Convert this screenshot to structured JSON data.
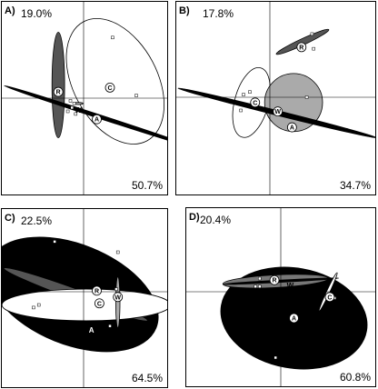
{
  "chart_data": [
    {
      "type": "scatter",
      "panel": "A)",
      "axis1_percent": "50.7%",
      "axis2_percent": "19.0%",
      "groups": [
        {
          "name": "R",
          "fill": "#555555",
          "ellipse": {
            "cx": -0.48,
            "cy": 0.25,
            "rx": 0.12,
            "ry": 1.0,
            "angle": 0
          }
        },
        {
          "name": "C",
          "fill": "#ffffff",
          "ellipse": {
            "cx": 0.6,
            "cy": 0.32,
            "rx": 0.8,
            "ry": 1.28,
            "angle": 28
          }
        },
        {
          "name": "W",
          "fill": "#aaaaaa",
          "ellipse": {
            "cx": -0.1,
            "cy": -0.1,
            "rx": 0.09,
            "ry": 0.02,
            "angle": 0
          }
        },
        {
          "name": "A",
          "fill": "#000000",
          "ellipse": {
            "cx": 0.3,
            "cy": -0.35,
            "rx": 1.9,
            "ry": 0.035,
            "angle": -18
          }
        }
      ],
      "labels": [
        {
          "text": "R",
          "x": -0.48,
          "y": 0.12,
          "style": "circle"
        },
        {
          "text": "C",
          "x": 0.5,
          "y": 0.2,
          "style": "circle"
        },
        {
          "text": "A",
          "x": 0.25,
          "y": -0.4,
          "style": "circle"
        },
        {
          "text": "W",
          "x": -0.1,
          "y": -0.22,
          "style": "plain"
        }
      ],
      "points": [
        {
          "x": 0.55,
          "y": 1.15
        },
        {
          "x": 1.0,
          "y": 0.05
        },
        {
          "x": -0.25,
          "y": -0.05
        },
        {
          "x": -0.3,
          "y": -0.25
        },
        {
          "x": -0.22,
          "y": -0.18
        },
        {
          "x": -0.18,
          "y": -0.1
        },
        {
          "x": -0.15,
          "y": -0.3
        }
      ]
    },
    {
      "type": "scatter",
      "panel": "B)",
      "axis1_percent": "34.7%",
      "axis2_percent": "17.8%",
      "groups": [
        {
          "name": "R",
          "fill": "#555555",
          "ellipse": {
            "cx": 0.62,
            "cy": 1.05,
            "rx": 0.55,
            "ry": 0.06,
            "angle": 25
          }
        },
        {
          "name": "C",
          "fill": "#ffffff",
          "ellipse": {
            "cx": -0.35,
            "cy": -0.1,
            "rx": 0.32,
            "ry": 0.68,
            "angle": -15
          }
        },
        {
          "name": "W",
          "fill": "#aaaaaa",
          "ellipse": {
            "cx": 0.45,
            "cy": -0.1,
            "rx": 0.55,
            "ry": 0.55,
            "angle": 0
          }
        },
        {
          "name": "A",
          "fill": "#000000",
          "ellipse": {
            "cx": 0.15,
            "cy": -0.3,
            "rx": 1.95,
            "ry": 0.045,
            "angle": -14
          }
        }
      ],
      "labels": [
        {
          "text": "R",
          "x": 0.6,
          "y": 0.95,
          "style": "circle"
        },
        {
          "text": "C",
          "x": -0.28,
          "y": -0.1,
          "style": "circle"
        },
        {
          "text": "W",
          "x": 0.15,
          "y": -0.27,
          "style": "circle"
        },
        {
          "text": "A",
          "x": 0.42,
          "y": -0.57,
          "style": "circle"
        }
      ],
      "points": [
        {
          "x": 0.8,
          "y": 1.2
        },
        {
          "x": 0.83,
          "y": 0.92
        },
        {
          "x": -0.5,
          "y": 0.05
        },
        {
          "x": -0.38,
          "y": 0.1
        },
        {
          "x": -0.55,
          "y": -0.25
        },
        {
          "x": 0.7,
          "y": 0.0
        }
      ]
    },
    {
      "type": "scatter",
      "panel": "C)",
      "axis1_percent": "64.5%",
      "axis2_percent": "22.5%",
      "groups": [
        {
          "name": "A",
          "fill": "#000000",
          "ellipse": {
            "cx": -0.2,
            "cy": -0.05,
            "rx": 1.7,
            "ry": 0.95,
            "angle": -22
          }
        },
        {
          "name": "R",
          "fill": "#555555",
          "ellipse": {
            "cx": -0.15,
            "cy": -0.05,
            "rx": 1.45,
            "ry": 0.1,
            "angle": -20
          }
        },
        {
          "name": "C",
          "fill": "#ffffff",
          "ellipse": {
            "cx": 0.05,
            "cy": -0.25,
            "rx": 1.6,
            "ry": 0.3,
            "angle": 0
          }
        },
        {
          "name": "W",
          "fill": "#aaaaaa",
          "ellipse": {
            "cx": 0.65,
            "cy": -0.2,
            "rx": 0.04,
            "ry": 0.48,
            "angle": 0
          }
        }
      ],
      "labels": [
        {
          "text": "R",
          "x": 0.25,
          "y": 0.02,
          "style": "circle"
        },
        {
          "text": "C",
          "x": 0.3,
          "y": -0.22,
          "style": "circle"
        },
        {
          "text": "W",
          "x": 0.65,
          "y": -0.1,
          "style": "circle"
        },
        {
          "text": "A",
          "x": 0.15,
          "y": -0.72,
          "style": "plain-white"
        }
      ],
      "points": [
        {
          "x": -0.55,
          "y": 0.95
        },
        {
          "x": -0.95,
          "y": -0.3
        },
        {
          "x": -0.85,
          "y": -0.25
        },
        {
          "x": 0.5,
          "y": -0.65
        },
        {
          "x": 0.65,
          "y": 0.75
        },
        {
          "x": 0.62,
          "y": 0.05
        }
      ]
    },
    {
      "type": "scatter",
      "panel": "D)",
      "axis1_percent": "60.8%",
      "axis2_percent": "20.4%",
      "groups": [
        {
          "name": "A",
          "fill": "#000000",
          "ellipse": {
            "cx": 0.25,
            "cy": -0.5,
            "rx": 1.4,
            "ry": 0.95,
            "angle": -10
          }
        },
        {
          "name": "R",
          "fill": "#777777",
          "ellipse": {
            "cx": -0.1,
            "cy": 0.2,
            "rx": 1.0,
            "ry": 0.12,
            "angle": 3
          }
        },
        {
          "name": "W",
          "fill": "#000000",
          "ellipse": {
            "cx": 0.0,
            "cy": 0.2,
            "rx": 1.1,
            "ry": 0.015,
            "angle": 3
          }
        },
        {
          "name": "C",
          "fill": "#ffffff",
          "ellipse": {
            "cx": 0.9,
            "cy": 0.0,
            "rx": 0.03,
            "ry": 0.4,
            "angle": -25
          }
        }
      ],
      "labels": [
        {
          "text": "R",
          "x": -0.12,
          "y": 0.22,
          "style": "circle"
        },
        {
          "text": "W",
          "x": 0.18,
          "y": 0.12,
          "style": "plain"
        },
        {
          "text": "C",
          "x": 0.93,
          "y": -0.1,
          "style": "circle"
        },
        {
          "text": "A",
          "x": 0.25,
          "y": -0.5,
          "style": "circle"
        }
      ],
      "points": [
        {
          "x": -0.4,
          "y": 0.25
        },
        {
          "x": -0.48,
          "y": 0.1
        },
        {
          "x": -0.4,
          "y": 0.1
        },
        {
          "x": 1.02,
          "y": -0.12
        },
        {
          "x": -0.1,
          "y": -1.25
        }
      ]
    }
  ]
}
